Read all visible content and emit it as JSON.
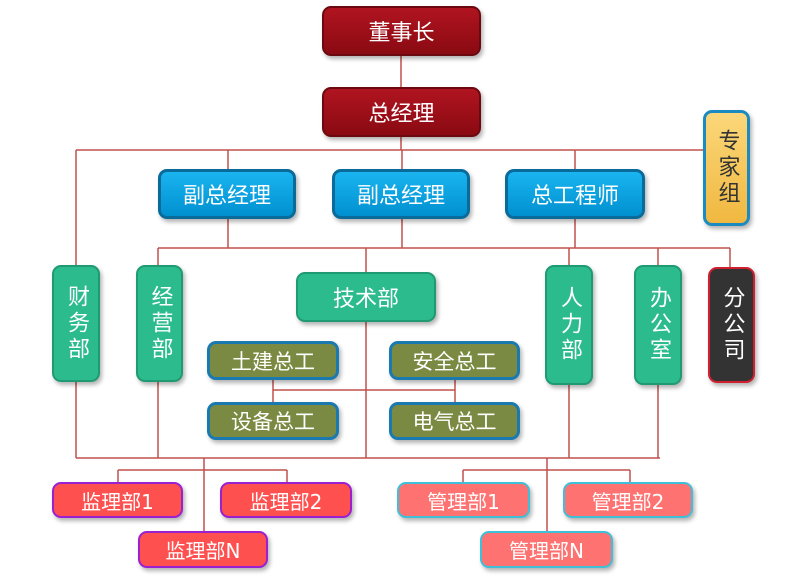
{
  "chairman": "董事长",
  "gm": "总经理",
  "expert_group": "专家组",
  "deputy_gm_1": "副总经理",
  "deputy_gm_2": "副总经理",
  "chief_engineer": "总工程师",
  "finance": "财务部",
  "business": "经营部",
  "tech": "技术部",
  "civil": "土建总工",
  "safety": "安全总工",
  "equipment": "设备总工",
  "electrical": "电气总工",
  "hr": "人力部",
  "office": "办公室",
  "branch": "分公司",
  "supervision": [
    "监理部1",
    "监理部2",
    "监理部N"
  ],
  "management": [
    "管理部1",
    "管理部2",
    "管理部N"
  ],
  "colors": {
    "line": "#c0504d",
    "executive": "#9b0e18",
    "deputy": "#0aa0e0",
    "department": "#2bbb8d",
    "chief": "#7a8a42",
    "supervision": "#ff5050",
    "management": "#ff7272",
    "expert": "#f5c85a",
    "branch": "#333333"
  }
}
